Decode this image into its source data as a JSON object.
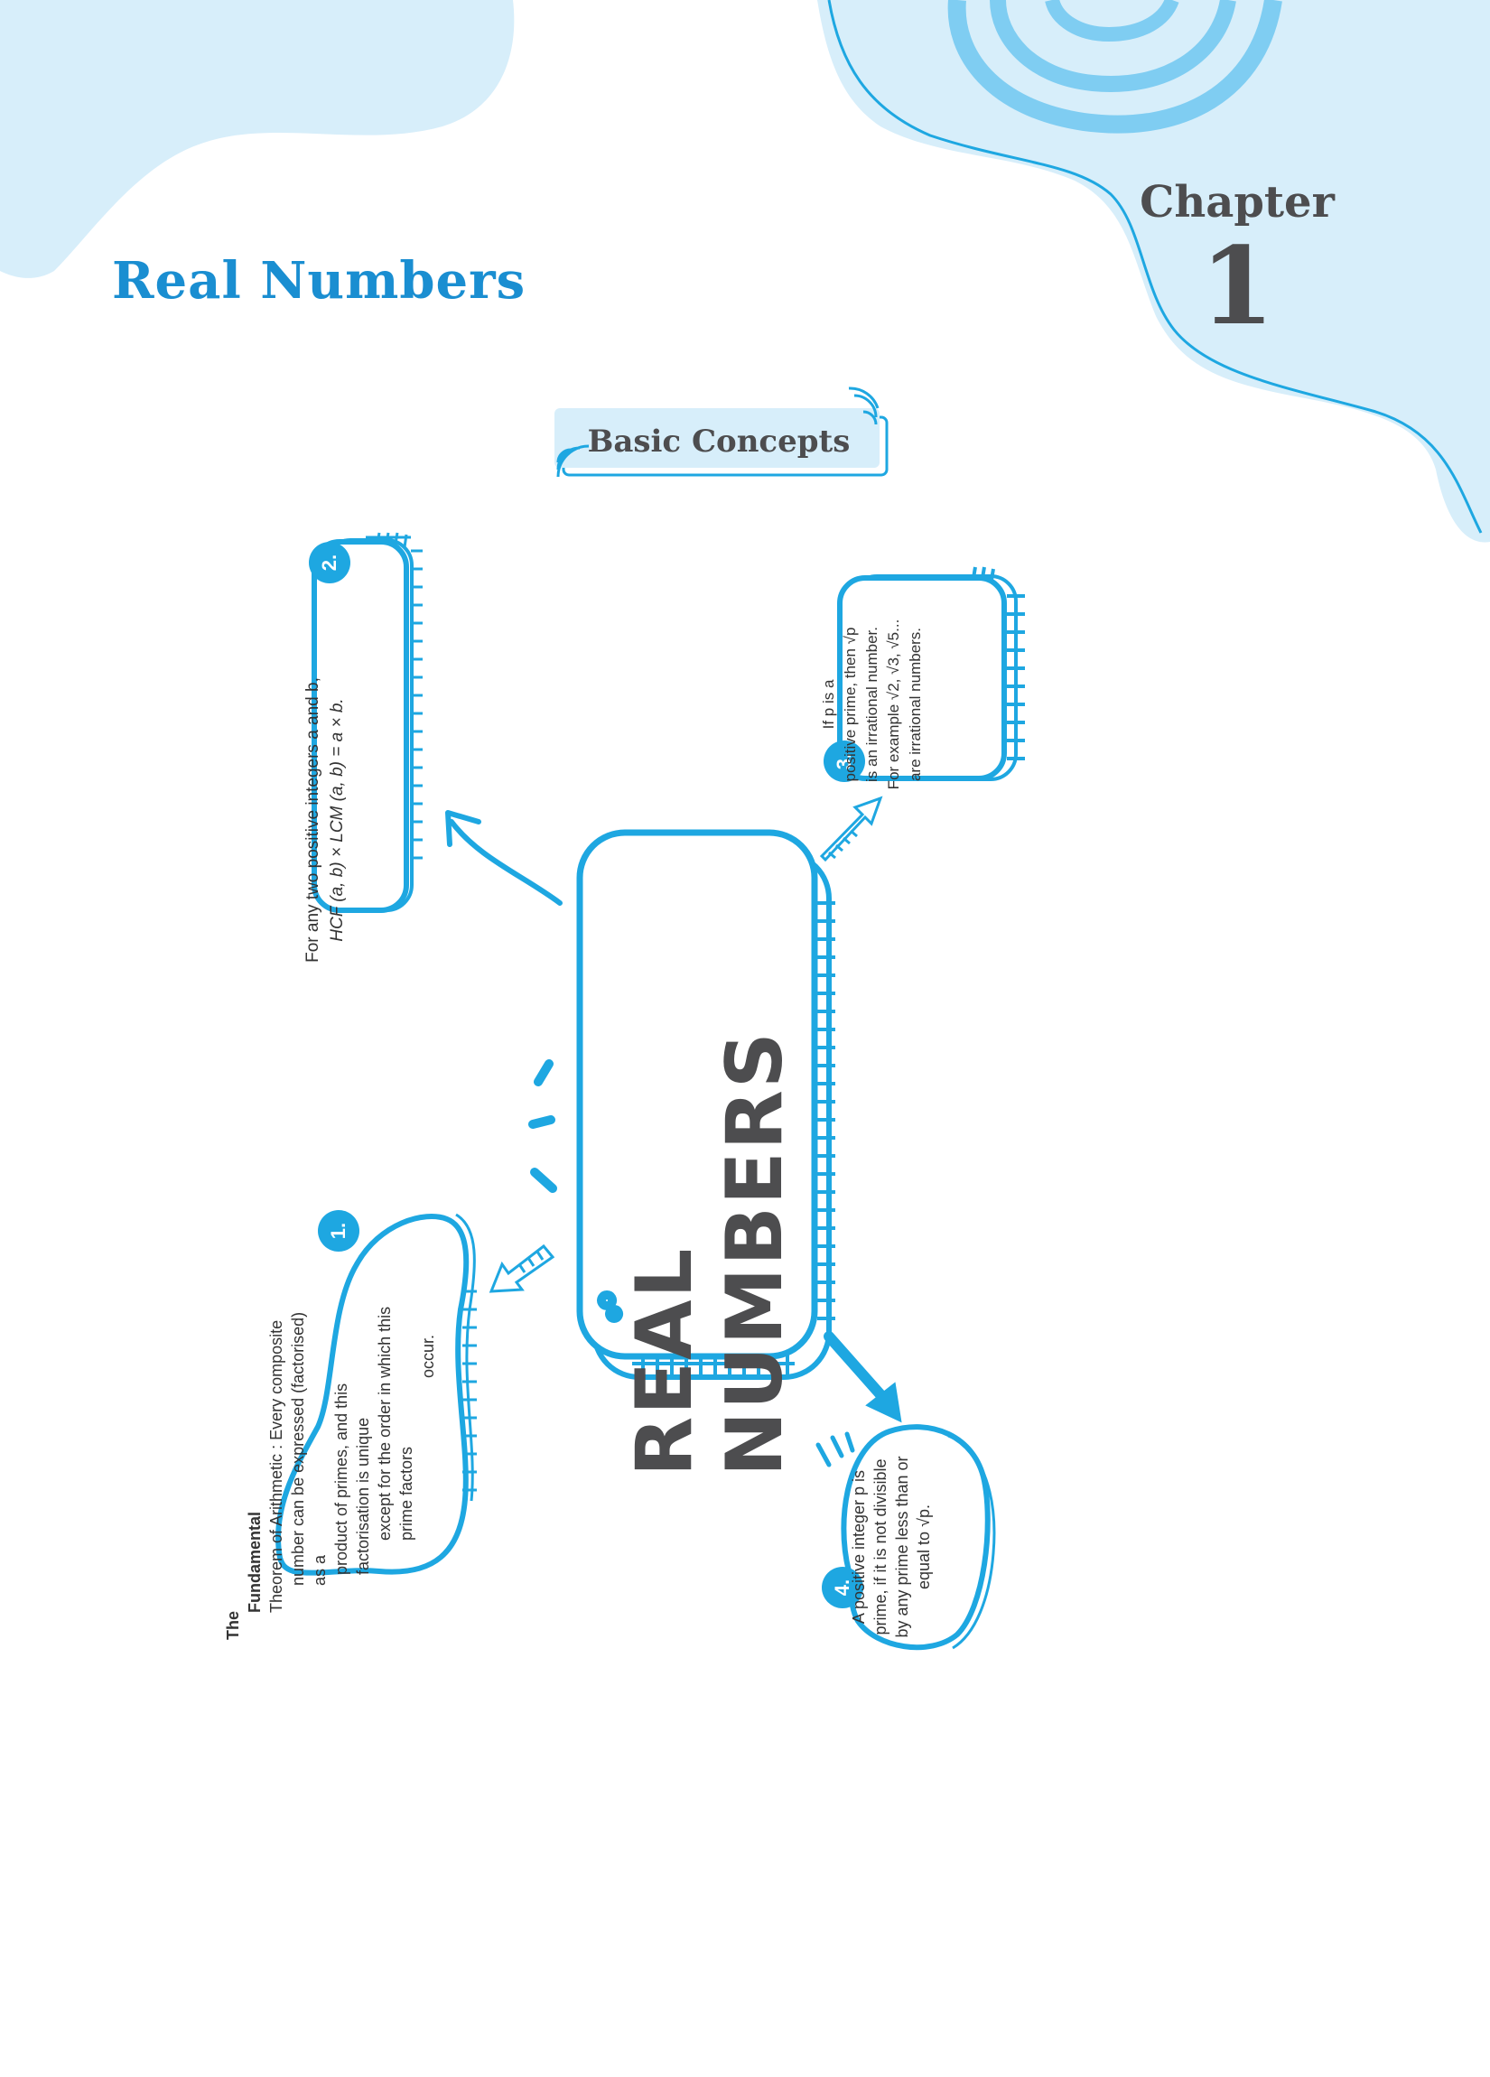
{
  "header": {
    "title": "Real Numbers",
    "chapter_word": "Chapter",
    "chapter_number": "1",
    "section_tag": "Basic Concepts"
  },
  "mindmap": {
    "center": "REAL NUMBERS",
    "nodes": [
      {
        "number": "1.",
        "lines": [
          "The",
          "Fundamental",
          "Theorem of Arithmetic : Every composite",
          "number can be expressed (factorised) as a",
          "product of primes, and this factorisation is unique",
          "except for the order in which this prime factors",
          "occur."
        ]
      },
      {
        "number": "2.",
        "lines": [
          "For any two positive integers a and b,",
          "HCF (a, b) × LCM (a, b) = a × b."
        ]
      },
      {
        "number": "3.",
        "lines": [
          "If p is a",
          "positive prime, then √p",
          "is an irrational number.",
          "For example √2, √3, √5...",
          "are irrational numbers."
        ]
      },
      {
        "number": "4.",
        "lines": [
          "A positive integer p is",
          "prime, if it is not divisible",
          "by any prime less than or",
          "equal to √p."
        ]
      }
    ]
  },
  "colors": {
    "accent": "#1ea7e1",
    "title": "#1a8ed1",
    "text_dark": "#4d4d4f",
    "wave_light": "#d7eefa",
    "wave_mid": "#7fcdf2"
  }
}
